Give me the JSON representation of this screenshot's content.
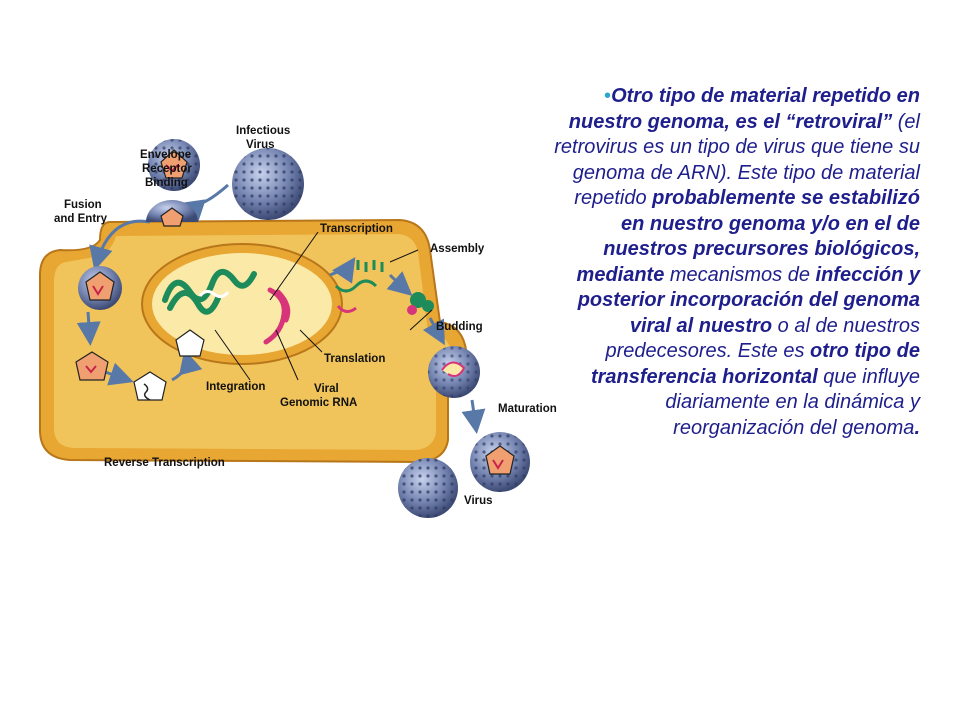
{
  "diagram": {
    "labels": {
      "infectious_virus": [
        "Infectious",
        "Virus"
      ],
      "envelope_receptor_binding": [
        "Envelope",
        "Receptor",
        "Binding"
      ],
      "fusion_and_entry": [
        "Fusion",
        "and Entry"
      ],
      "transcription": "Transcription",
      "assembly": "Assembly",
      "budding": "Budding",
      "translation": "Translation",
      "integration": "Integration",
      "viral_genomic_rna": [
        "Viral",
        "Genomic RNA"
      ],
      "maturation": "Maturation",
      "reverse_transcription": "Reverse Transcription",
      "virus": "Virus"
    },
    "colors": {
      "cell_membrane": "#e8a632",
      "cytoplasm": "#f0c45a",
      "nucleus": "#fbe9a8",
      "virus_particle": "#6c7ca6",
      "arrow": "#5878a8",
      "dna": "#1e8c5a",
      "rna": "#d8347a"
    }
  },
  "text_block": {
    "bullet": "•",
    "segments": [
      {
        "text": "Otro tipo de material repetido en nuestro genoma, es el “retroviral” ",
        "bold": true
      },
      {
        "text": "(el retrovirus es un tipo de virus que tiene su genoma de ARN). Este tipo de material repetido ",
        "bold": false
      },
      {
        "text": "probablemente se estabilizó en nuestro genoma y/o en el de nuestros precursores biológicos, mediante ",
        "bold": true
      },
      {
        "text": "mecanismos de ",
        "bold": false
      },
      {
        "text": "infección y posterior incorporación del genoma viral al nuestro",
        "bold": true
      },
      {
        "text": " o al de nuestros predecesores. Este es ",
        "bold": false
      },
      {
        "text": "otro tipo de transferencia horizontal",
        "bold": true
      },
      {
        "text": " que influye diariamente en la dinámica y reorganización del genoma",
        "bold": false
      },
      {
        "text": ".",
        "bold": true
      }
    ]
  }
}
